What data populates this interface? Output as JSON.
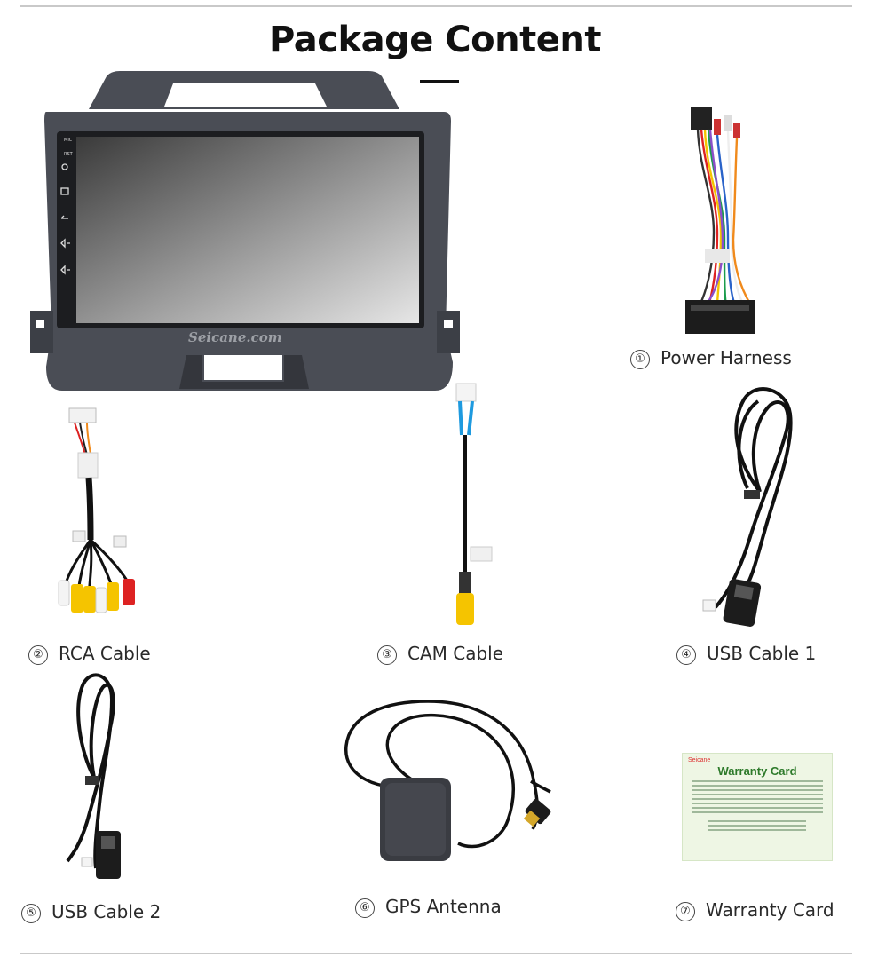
{
  "header": {
    "title": "Package Content"
  },
  "head_unit": {
    "brand_text": "Seicane.com",
    "side_labels": [
      "MIC",
      "RST"
    ]
  },
  "items": [
    {
      "number": "①",
      "label": "Power Harness"
    },
    {
      "number": "②",
      "label": "RCA Cable"
    },
    {
      "number": "③",
      "label": "CAM Cable"
    },
    {
      "number": "④",
      "label": "USB Cable 1"
    },
    {
      "number": "⑤",
      "label": "USB Cable 2"
    },
    {
      "number": "⑥",
      "label": "GPS Antenna"
    },
    {
      "number": "⑦",
      "label": "Warranty Card"
    }
  ],
  "warranty_card": {
    "brand": "Seicane",
    "title": "Warranty Card"
  },
  "colors": {
    "title": "#111111",
    "unit_body": "#4a4d55",
    "card_bg": "#eef6e4",
    "card_title": "#2d7a2a"
  }
}
